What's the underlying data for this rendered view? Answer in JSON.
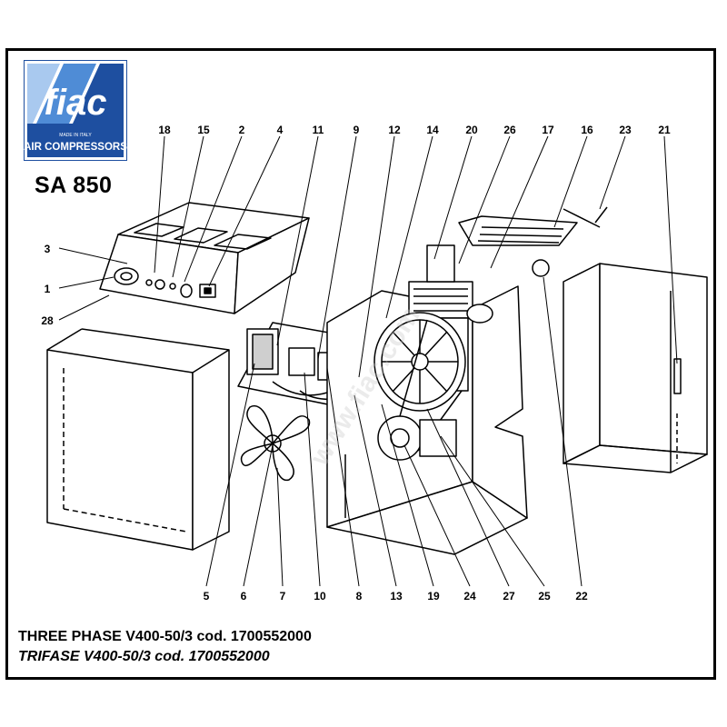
{
  "brand": {
    "name": "fiac",
    "tagline": "AIR COMPRESSORS",
    "made_in": "MADE IN ITALY",
    "colors": {
      "blue": "#1e4fa0",
      "mid_blue": "#4f8cd6",
      "light_blue": "#a9c9ef"
    }
  },
  "model": "SA 850",
  "watermark": "www.fiac.com",
  "callouts": {
    "top": [
      "18",
      "15",
      "2",
      "4",
      "11",
      "9",
      "12",
      "14",
      "20",
      "26",
      "17",
      "16",
      "23",
      "21"
    ],
    "left": [
      "3",
      "1",
      "28"
    ],
    "bottom": [
      "5",
      "6",
      "7",
      "10",
      "8",
      "13",
      "19",
      "24",
      "27",
      "25",
      "22"
    ]
  },
  "captions": {
    "en": "THREE PHASE V400-50/3 cod. 1700552000",
    "it": "TRIFASE V400-50/3 cod. 1700552000"
  }
}
